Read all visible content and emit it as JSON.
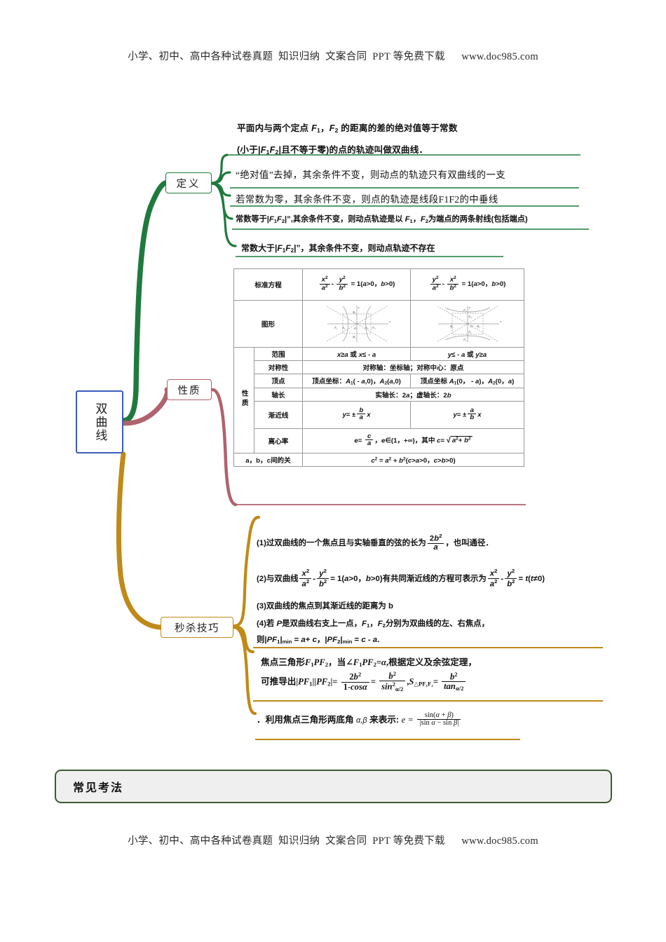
{
  "watermark": {
    "top": "小学、初中、高中各种试卷真题  知识归纳  文案合同  PPT 等免费下载      www.doc985.com",
    "bottom": "小学、初中、高中各种试卷真题  知识归纳  文案合同  PPT 等免费下载      www.doc985.com"
  },
  "mindmap": {
    "root_label": "双曲线",
    "root_border_color": "#3b5bbd",
    "branches": [
      {
        "label": "定义",
        "color": "#1f7a3d"
      },
      {
        "label": "性质",
        "color": "#b0626d"
      },
      {
        "label": "秒杀技巧",
        "color": "#c08a17"
      }
    ]
  },
  "definition": {
    "line1": "平面内与两个定点 F1，F2 的距离的差的绝对值等于常数",
    "line2": "(小于|F1F2|且不等于零)的点的轨迹叫做双曲线．",
    "item1": "“绝对值”去掉，其余条件不变，则动点的轨迹只有双曲线的一支",
    "item2": "若常数为零，其余条件不变，则点的轨迹是线段F1F2的中垂线",
    "item3": "常数等于|F1F2|”,其余条件不变，则动点轨迹是以 F1，F2为端点的两条射线(包括端点)",
    "item4": "常数大于|F1F2|”，其余条件不变，则动点轨迹不存在"
  },
  "properties_table": {
    "rows": [
      {
        "label": "标准方程",
        "col1": "x²/a² - y²/b² = 1(a>0，b>0)",
        "col2": "y²/a² - x²/b² = 1(a>0，b>0)"
      },
      {
        "label": "图形",
        "col1": "hyperbola-horizontal-figure",
        "col2": "hyperbola-vertical-figure"
      },
      {
        "group": "性质",
        "label": "范围",
        "col1": "x≥a 或 x≤ - a",
        "col2": "y≤ - a 或 y≥a"
      },
      {
        "group": "性质",
        "label": "对称性",
        "span": "对称轴：坐标轴；对称中心：原点"
      },
      {
        "group": "性质",
        "label": "顶点",
        "col1": "顶点坐标：A1( - a,0)，A2(a,0)",
        "col2": "顶点坐标 A1(0， - a)，A2(0，a)"
      },
      {
        "group": "性质",
        "label": "轴长",
        "span": "实轴长：2a；虚轴长：2b"
      },
      {
        "group": "性质",
        "label": "渐近线",
        "col1": "y= ±(b/a)x",
        "col2": "y= ±(a/b)x"
      },
      {
        "group": "性质",
        "label": "离心率",
        "span": "e= c/a，e∈(1，+∞)，其中 c= √(a²+b²)"
      },
      {
        "label": "a，b，c间的关",
        "span": "c² = a² + b²(c>a>0，c>b>0)"
      }
    ],
    "group_label": "性质"
  },
  "tricks": {
    "t1_pre": "(1)过双曲线的一个焦点且与实轴垂直的弦的长为",
    "t1_frac_num": "2b²",
    "t1_frac_den": "a",
    "t1_post": "，也叫通径．",
    "t2_pre": "(2)与双曲线",
    "t2_eq1": "x²/a² - y²/b² = 1(a>0，b>0)",
    "t2_mid": "有共同渐近线的方程可表示为",
    "t2_eq2": "x²/a² - y²/b² = t(t≠0)",
    "t3": "(3)双曲线的焦点到其渐近线的距离为 b",
    "t4a": "(4)若 P是双曲线右支上一点，F1，F2分别为双曲线的左、右焦点，",
    "t4b": "则|PF1|min = a + c，|PF2|min = c - a.",
    "t5a": "焦点三角形F1PF2，当∠F1PF2=α,根据定义及余弦定理，",
    "t5b_pre": "可推导出|PF1||PF2|=",
    "t5b_f1_num": "2b²",
    "t5b_f1_den": "1-cosα",
    "t5b_eq": "=",
    "t5b_f2_num": "b²",
    "t5b_f2_den": "sin²(α/2)",
    "t5b_mid": ",S△PF1F2=",
    "t5b_f3_num": "b²",
    "t5b_f3_den": "tan(α/2)",
    "t6_pre": "．利用焦点三角形两底角",
    "t6_vars": "α,β",
    "t6_mid": "来表示:",
    "t6_e": "e =",
    "t6_num": "sin(α + β)",
    "t6_den": "|sin α − sin β|"
  },
  "bottom_banner": {
    "label": "常见考法",
    "border_color": "#3d5a32"
  }
}
